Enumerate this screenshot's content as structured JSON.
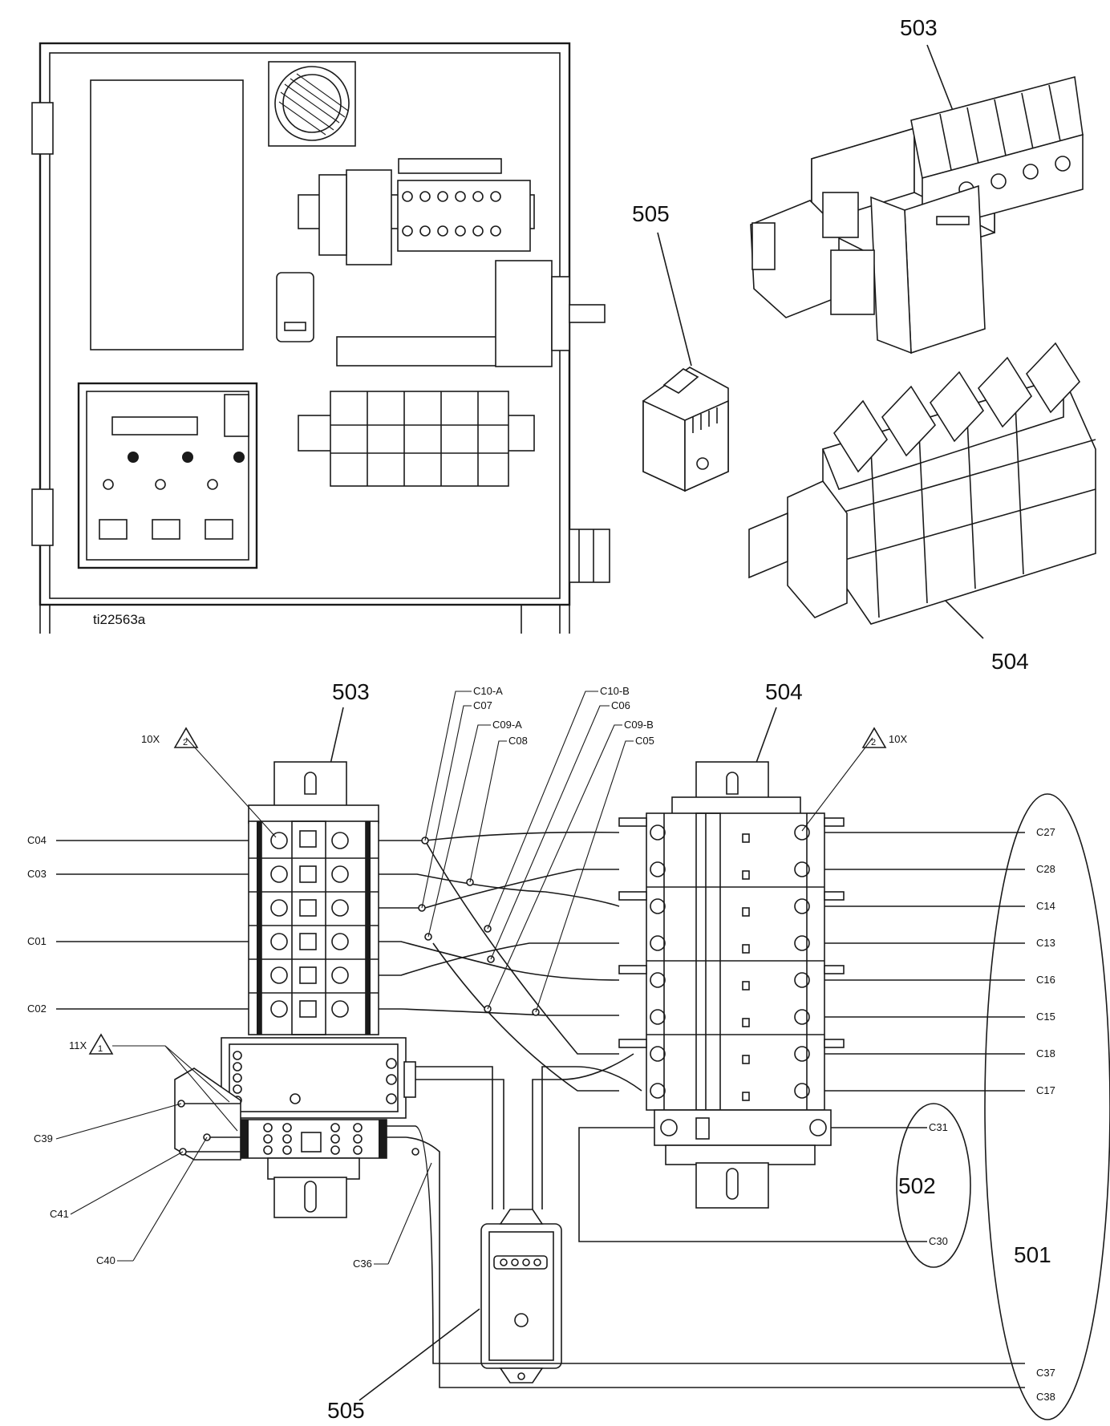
{
  "figure_id": "ti22563a",
  "callouts": {
    "iso_503": "503",
    "iso_505": "505",
    "iso_504": "504",
    "sch_503": "503",
    "sch_504": "504",
    "sch_505": "505",
    "group_502": "502",
    "group_501": "501"
  },
  "notes": {
    "n10x": "10X",
    "n10x_tri": "2",
    "n11x": "11X",
    "n11x_tri": "1",
    "n10x_right": "10X",
    "n10x_right_tri": "2"
  },
  "wires_left": [
    "C04",
    "C03",
    "C01",
    "C02"
  ],
  "wires_top": [
    "C10-A",
    "C07",
    "C09-A",
    "C08",
    "C10-B",
    "C06",
    "C09-B",
    "C05"
  ],
  "wires_right": [
    "C27",
    "C28",
    "C14",
    "C13",
    "C16",
    "C15",
    "C18",
    "C17"
  ],
  "wires_502": [
    "C31",
    "C30"
  ],
  "wires_bottom_left": [
    "C39",
    "C41",
    "C40",
    "C36"
  ],
  "wires_501": [
    "C37",
    "C38"
  ]
}
